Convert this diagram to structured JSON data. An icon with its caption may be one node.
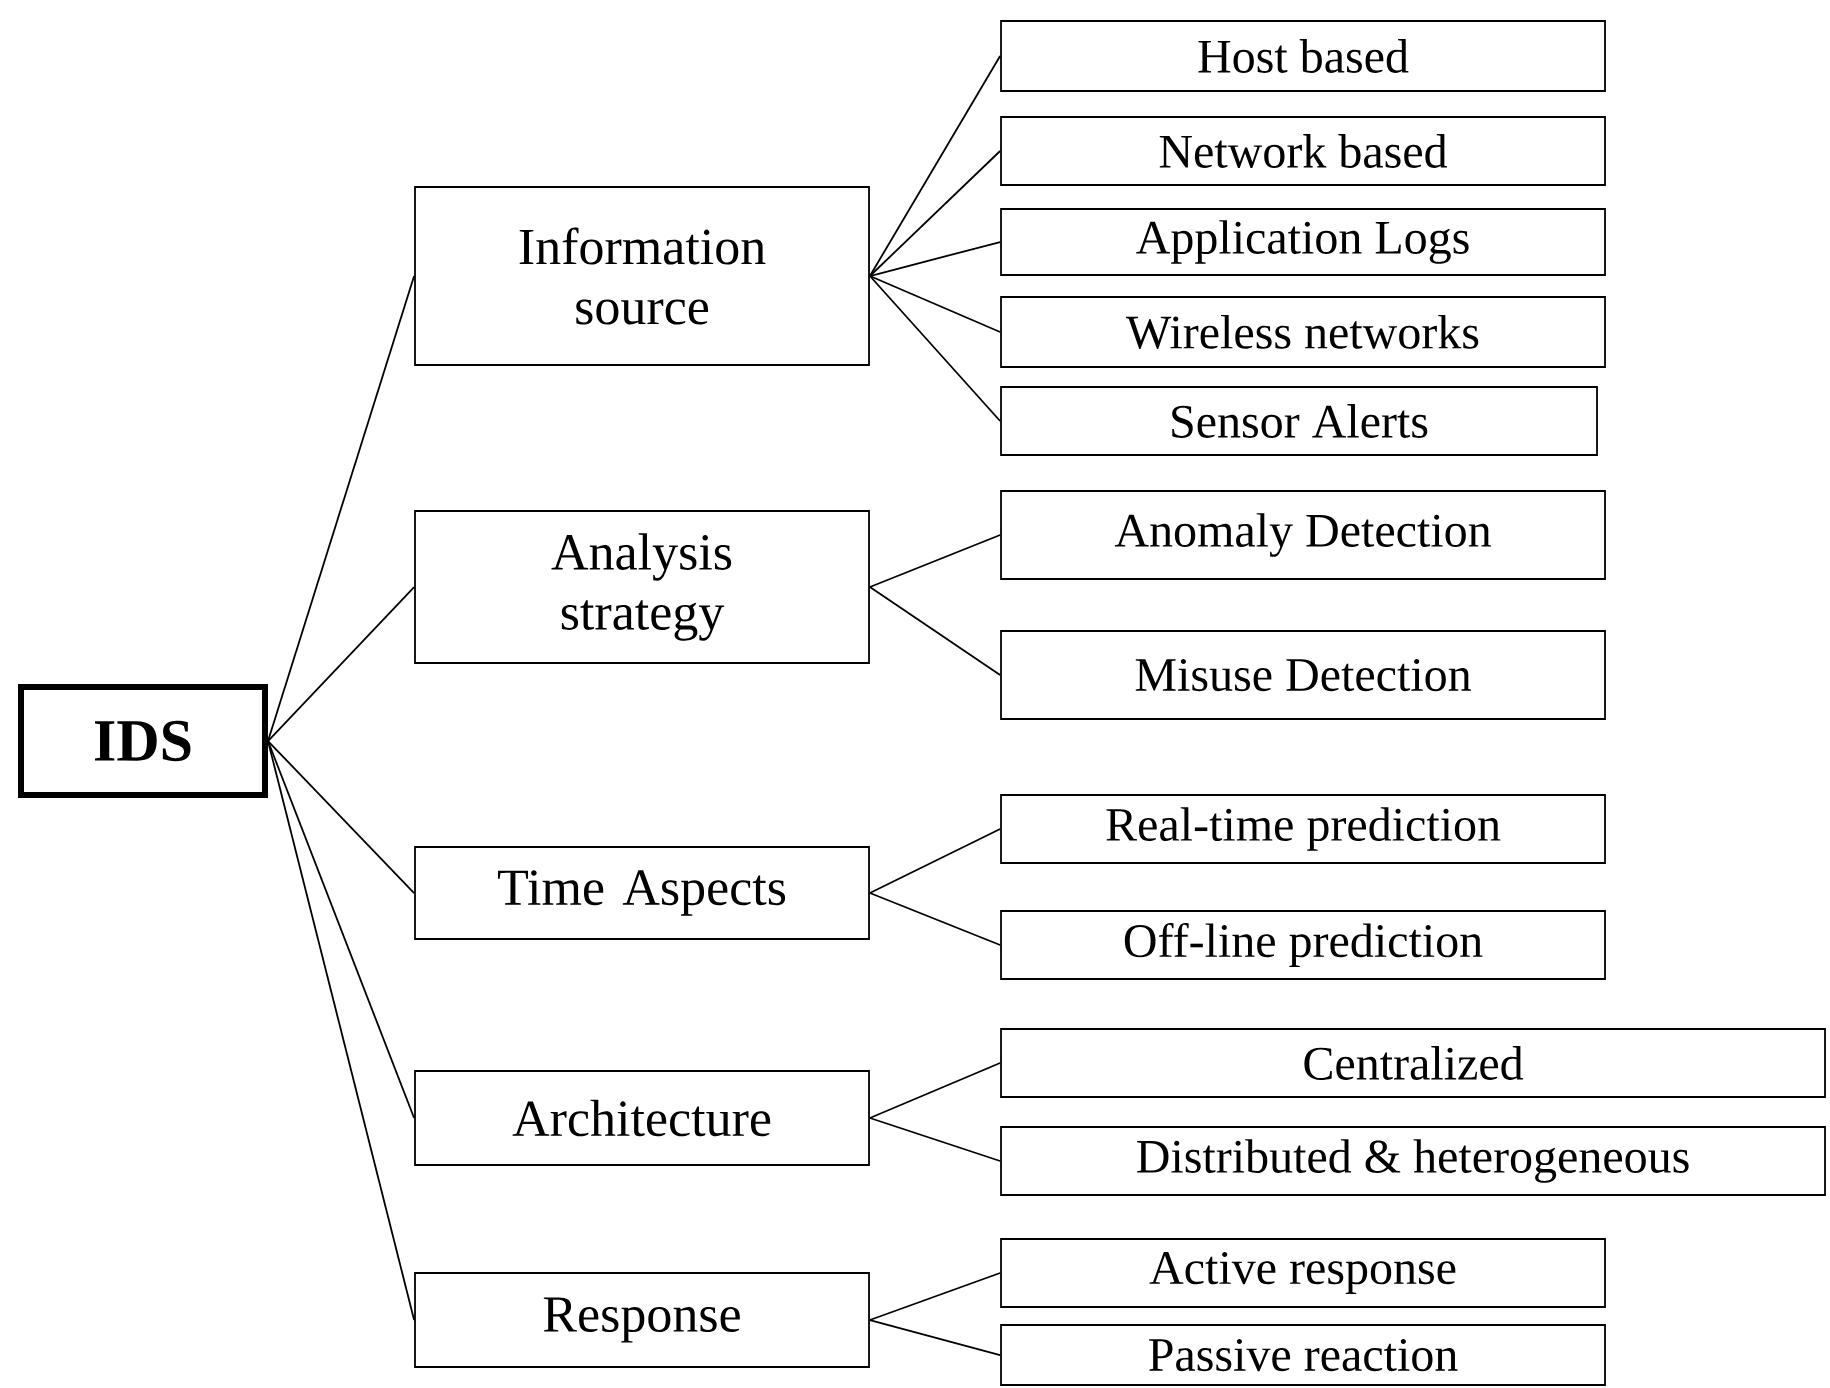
{
  "diagram": {
    "nodes": [
      {
        "text": [
          "IDS"
        ]
      },
      {
        "text": [
          "Information source"
        ]
      },
      {
        "text": [
          "Analysis strategy"
        ]
      },
      {
        "text": [
          "Time Aspects"
        ]
      },
      {
        "text": [
          "Architecture"
        ]
      },
      {
        "text": [
          "Response"
        ]
      },
      {
        "text": [
          "Host based"
        ]
      },
      {
        "text": [
          "Network based"
        ]
      },
      {
        "text": [
          "Application Logs"
        ]
      },
      {
        "text": [
          "Wireless networks"
        ]
      },
      {
        "text": [
          "Sensor Alerts"
        ]
      },
      {
        "text": [
          "Anomaly Detection"
        ]
      },
      {
        "text": [
          "Misuse Detection"
        ]
      },
      {
        "text": [
          "Real-time prediction"
        ]
      },
      {
        "text": [
          "Off-line prediction"
        ]
      },
      {
        "text": [
          "Centralized"
        ]
      },
      {
        "text": [
          "Distributed & heterogeneous"
        ]
      },
      {
        "text": [
          "Active response"
        ]
      },
      {
        "text": [
          "Passive reaction"
        ]
      }
    ],
    "edges": [
      {
        "from": 0,
        "to": 1,
        "arrow": "none"
      },
      {
        "from": 0,
        "to": 2,
        "arrow": "none"
      },
      {
        "from": 0,
        "to": 3,
        "arrow": "none"
      },
      {
        "from": 0,
        "to": 4,
        "arrow": "none"
      },
      {
        "from": 0,
        "to": 5,
        "arrow": "none"
      },
      {
        "from": 1,
        "to": 6,
        "arrow": "none"
      },
      {
        "from": 1,
        "to": 7,
        "arrow": "none"
      },
      {
        "from": 1,
        "to": 8,
        "arrow": "none"
      },
      {
        "from": 1,
        "to": 9,
        "arrow": "none"
      },
      {
        "from": 1,
        "to": 10,
        "arrow": "none"
      },
      {
        "from": 2,
        "to": 11,
        "arrow": "none"
      },
      {
        "from": 2,
        "to": 12,
        "arrow": "none"
      },
      {
        "from": 3,
        "to": 13,
        "arrow": "none"
      },
      {
        "from": 3,
        "to": 14,
        "arrow": "none"
      },
      {
        "from": 4,
        "to": 15,
        "arrow": "none"
      },
      {
        "from": 4,
        "to": 16,
        "arrow": "none"
      },
      {
        "from": 5,
        "to": 17,
        "arrow": "none"
      },
      {
        "from": 5,
        "to": 18,
        "arrow": "none"
      }
    ]
  }
}
